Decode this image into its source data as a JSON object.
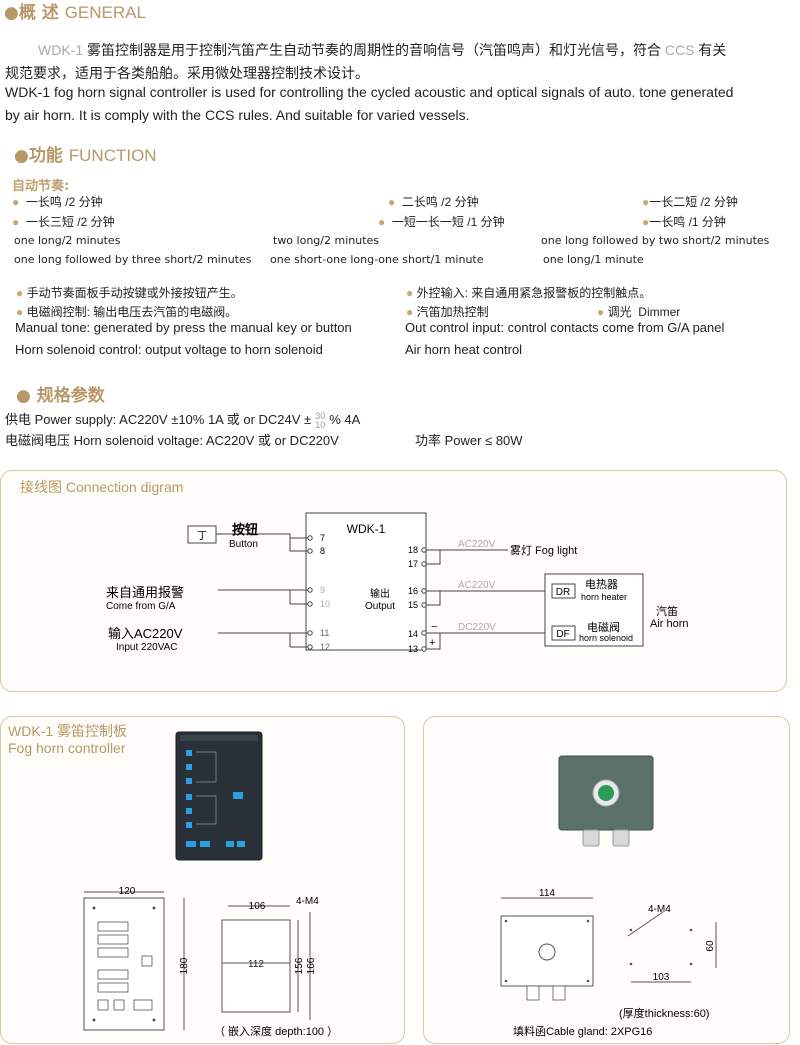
{
  "general": {
    "title_cn": "●概 述",
    "title_en": "GENERAL",
    "cn_text_1": "WDK-1",
    "cn_text_2": " 雾笛控制器是用于控制汽笛产生自动节奏的周期性的音响信号（汽笛鸣声）和灯光信号，符合 ",
    "cn_text_3": "CCS",
    "cn_text_4": " 有关",
    "cn_text_line2": "规范要求，适用于各类船舶。采用微处理器控制技术设计。",
    "en_text_line1": "WDK-1 fog horn signal controller is used for controlling the cycled acoustic and optical signals of auto. tone generated",
    "en_text_line2": "by air horn. It is comply with the CCS rules. And suitable for varied vessels."
  },
  "function": {
    "title_cn": "●功能",
    "title_en": "FUNCTION",
    "auto_title": "自动节奏:",
    "modes_cn": [
      "一长鸣 /2 分钟",
      "二长鸣 /2 分钟",
      "一长二短 /2 分钟",
      "一长三短 /2 分钟",
      "一短一长一短 /1 分钟",
      "一长鸣 /1 分钟"
    ],
    "modes_en": [
      "one long/2 minutes",
      "two long/2 minutes",
      "one long followed by two short/2 minutes",
      "one long followed by three short/2 minutes",
      "one short-one long-one short/1 minute",
      "one long/1 minute"
    ],
    "manual_cn": "手动节奏面板手动按键或外接按钮产生。",
    "external_cn": "外控输入:  来自通用紧急报警板的控制触点。",
    "solenoid_cn": "电磁阀控制:  输出电压去汽笛的电磁阀。",
    "heat_cn": "汽笛加热控制",
    "dimmer_cn": "调光",
    "dimmer_en": "Dimmer",
    "manual_en": "Manual tone: generated by press the manual key or button",
    "external_en": "Out control input: control contacts come from G/A panel",
    "solenoid_en": "Horn solenoid control: output voltage to horn solenoid",
    "heat_en": "Air horn heat control"
  },
  "specs": {
    "title": "● 规格参数",
    "power_label": "供电 Power supply: AC220V ±10%     1A    或  or  DC24V ±",
    "power_frac_top": "30",
    "power_frac_bottom": "10",
    "power_tail": "%      4A",
    "solenoid_label": "电磁阀电压  Horn solenoid voltage: AC220V   或  or  DC220V",
    "power_watt": "功率  Power  ≤  80W"
  },
  "connection": {
    "title": "接线图  Connection digram",
    "device": "WDK-1",
    "button_cn": "按钮",
    "button_en": "Button",
    "alarm_cn": "来自通用报警",
    "alarm_en": "Come from G/A",
    "input_cn": "输入AC220V",
    "input_en": "Input 220VAC",
    "output_cn": "输出",
    "output_en": "Output",
    "terms_left": [
      "7",
      "8",
      "9",
      "10",
      "11",
      "12"
    ],
    "terms_right": [
      "18",
      "17",
      "16",
      "15",
      "14",
      "13"
    ],
    "v1": "AC220V",
    "v2": "AC220V",
    "v3": "DC220V",
    "fog_light": "雾灯 Fog light",
    "dr": "DR",
    "heater_cn": "电热器",
    "heater_en": "horn heater",
    "df": "DF",
    "solenoid_cn": "电磁阀",
    "solenoid_en": "horn solenoid",
    "horn_cn": "汽笛",
    "horn_en": "Air horn",
    "minus": "−",
    "plus": "+",
    "switch_symbol": "丁"
  },
  "controller": {
    "title_1": "WDK-1 雾笛控制板",
    "title_2": "Fog horn controller",
    "dim_width": "120",
    "dim_height": "180",
    "dim_cut_w": "106",
    "dim_screws": "4-M4",
    "dim_inner_w": "112",
    "dim_h1": "156",
    "dim_h2": "166",
    "depth": "（ 嵌入深度  depth:100 ）"
  },
  "box": {
    "dim_width": "114",
    "dim_screws": "4-M4",
    "dim_height": "60",
    "dim_pitch": "103",
    "thickness": "(厚度thickness:60)",
    "gland": "填料函Cable gland: 2XPG16"
  },
  "colors": {
    "accent": "#b89868",
    "panel_border": "#d8c8a8",
    "device_panel": "#2a3038",
    "led": "#2aa0e0"
  }
}
